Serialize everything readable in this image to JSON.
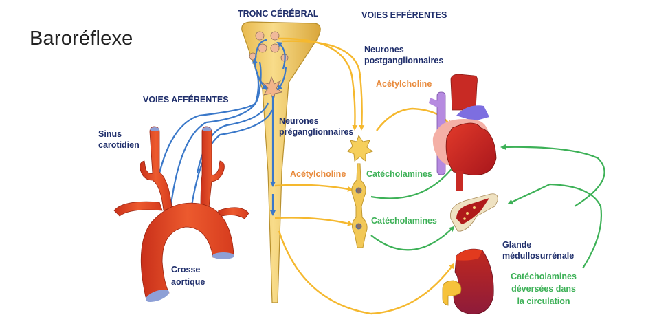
{
  "title": "Baroréflexe",
  "labels": {
    "tronc_cerebral": "TRONC CÉRÉBRAL",
    "voies_efferentes": "VOIES EFFÉRENTES",
    "voies_afferentes": "VOIES AFFÉRENTES",
    "neurones_post_1": "Neurones",
    "neurones_post_2": "postganglionnaires",
    "neurones_pre_1": "Neurones",
    "neurones_pre_2": "préganglionnaires",
    "acetylcholine_top": "Acétylcholine",
    "acetylcholine_mid": "Acétylcholine",
    "catecholamines_heart": "Catécholamines",
    "catecholamines_vessel": "Catécholamines",
    "sinus_1": "Sinus",
    "sinus_2": "carotidien",
    "crosse_1": "Crosse",
    "crosse_2": "aortique",
    "glande_1": "Glande",
    "glande_2": "médullosurrénale",
    "circ_1": "Catécholamines",
    "circ_2": "déversées dans",
    "circ_3": "la circulation"
  },
  "colors": {
    "afferent": "#3a78c9",
    "efferent": "#f5b82e",
    "catecholamine": "#3db157",
    "label_navy": "#1f2e6b",
    "label_orange": "#e88a3c",
    "artery": "#e0401f",
    "brainstem": "#f4d27a"
  }
}
